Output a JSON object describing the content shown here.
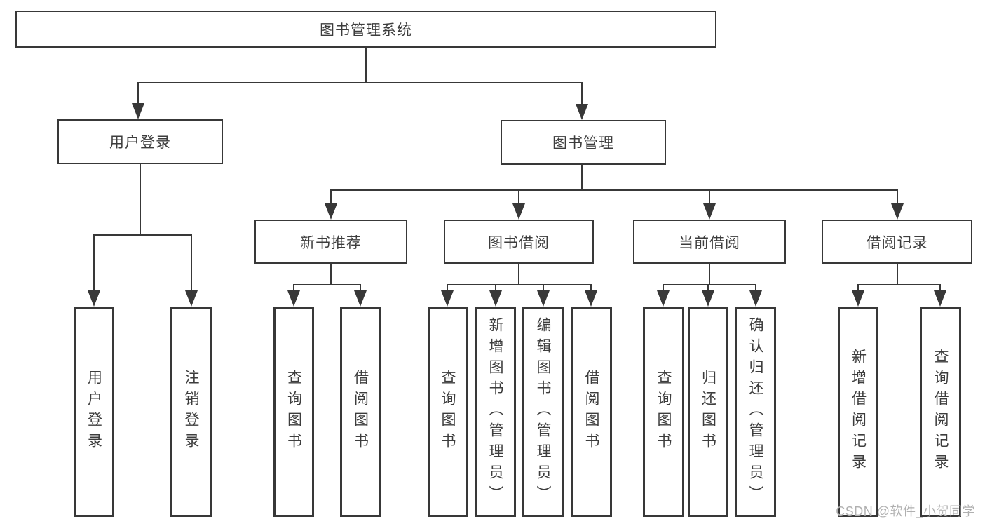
{
  "diagram": {
    "root": {
      "label": "图书管理系统"
    },
    "level2": {
      "user_login": {
        "label": "用户登录"
      },
      "book_management": {
        "label": "图书管理"
      }
    },
    "level3": {
      "new_book_recommend": {
        "label": "新书推荐"
      },
      "book_borrowing": {
        "label": "图书借阅"
      },
      "current_borrowing": {
        "label": "当前借阅"
      },
      "borrowing_records": {
        "label": "借阅记录"
      }
    },
    "leaves": {
      "user_login": {
        "label": "用户登录"
      },
      "logout": {
        "label": "注销登录"
      },
      "nb_query_books": {
        "label": "查询图书"
      },
      "nb_borrow_books": {
        "label": "借阅图书"
      },
      "bb_query_books": {
        "label": "查询图书"
      },
      "bb_add_books": {
        "label": "新增图书（管理员）"
      },
      "bb_edit_books": {
        "label": "编辑图书（管理员）"
      },
      "bb_borrow_books": {
        "label": "借阅图书"
      },
      "cb_query_books": {
        "label": "查询图书"
      },
      "cb_return_books": {
        "label": "归还图书"
      },
      "cb_confirm_return": {
        "label": "确认归还（管理员）"
      },
      "br_add_record": {
        "label": "新增借阅记录"
      },
      "br_query_record": {
        "label": "查询借阅记录"
      }
    }
  },
  "watermark": {
    "text": "CSDN @软件_小贺同学"
  },
  "colors": {
    "line": "#383838",
    "text": "#3d3d3d",
    "box_background": "#ffffff",
    "watermark": "#b0b0b0",
    "background": "#ffffff"
  }
}
